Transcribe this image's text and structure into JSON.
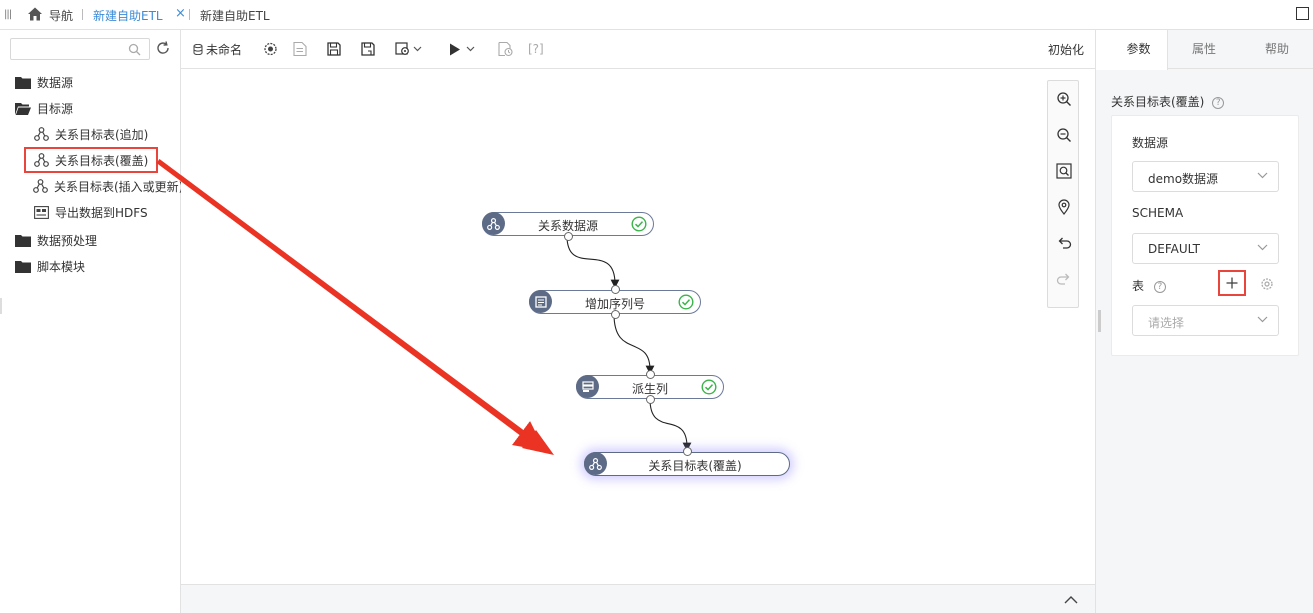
{
  "topbar": {
    "nav_label": "导航",
    "tabs": [
      {
        "label": "新建自助ETL",
        "active": true
      },
      {
        "label": "新建自助ETL",
        "active": false
      }
    ],
    "close_glyph": "×"
  },
  "sidebar": {
    "search_placeholder": "",
    "items": [
      {
        "label": "数据源",
        "icon": "folder-icon",
        "level": 0
      },
      {
        "label": "目标源",
        "icon": "folder-open-icon",
        "level": 0
      },
      {
        "label": "关系目标表(追加)",
        "icon": "relation-icon",
        "level": 1
      },
      {
        "label": "关系目标表(覆盖)",
        "icon": "relation-icon",
        "level": 1,
        "highlighted": true
      },
      {
        "label": "关系目标表(插入或更新)",
        "icon": "relation-icon",
        "level": 1
      },
      {
        "label": "导出数据到HDFS",
        "icon": "hdfs-icon",
        "level": 1
      },
      {
        "label": "数据预处理",
        "icon": "folder-icon",
        "level": 0
      },
      {
        "label": "脚本模块",
        "icon": "folder-icon",
        "level": 0
      }
    ]
  },
  "toolbar": {
    "name_label": "未命名",
    "help_label": "[?]",
    "init_label": "初始化"
  },
  "flow": {
    "nodes": [
      {
        "label": "关系数据源",
        "icon": "relation-icon",
        "status": "ok"
      },
      {
        "label": "增加序列号",
        "icon": "sequence-icon",
        "status": "ok"
      },
      {
        "label": "派生列",
        "icon": "derive-icon",
        "status": "ok"
      },
      {
        "label": "关系目标表(覆盖)",
        "icon": "relation-icon",
        "status": "selected"
      }
    ]
  },
  "right_panel": {
    "tabs": [
      "参数",
      "属性",
      "帮助"
    ],
    "active_tab": "参数",
    "title": "关系目标表(覆盖)",
    "datasource_label": "数据源",
    "datasource_value": "demo数据源",
    "schema_label": "SCHEMA",
    "schema_value": "DEFAULT",
    "table_label": "表",
    "table_placeholder": "请选择"
  },
  "colors": {
    "accent_blue": "#3d8bd6",
    "highlight_red": "#e8453c",
    "node_icon_bg": "#5d6b86",
    "ok_green": "#3bb54a"
  }
}
